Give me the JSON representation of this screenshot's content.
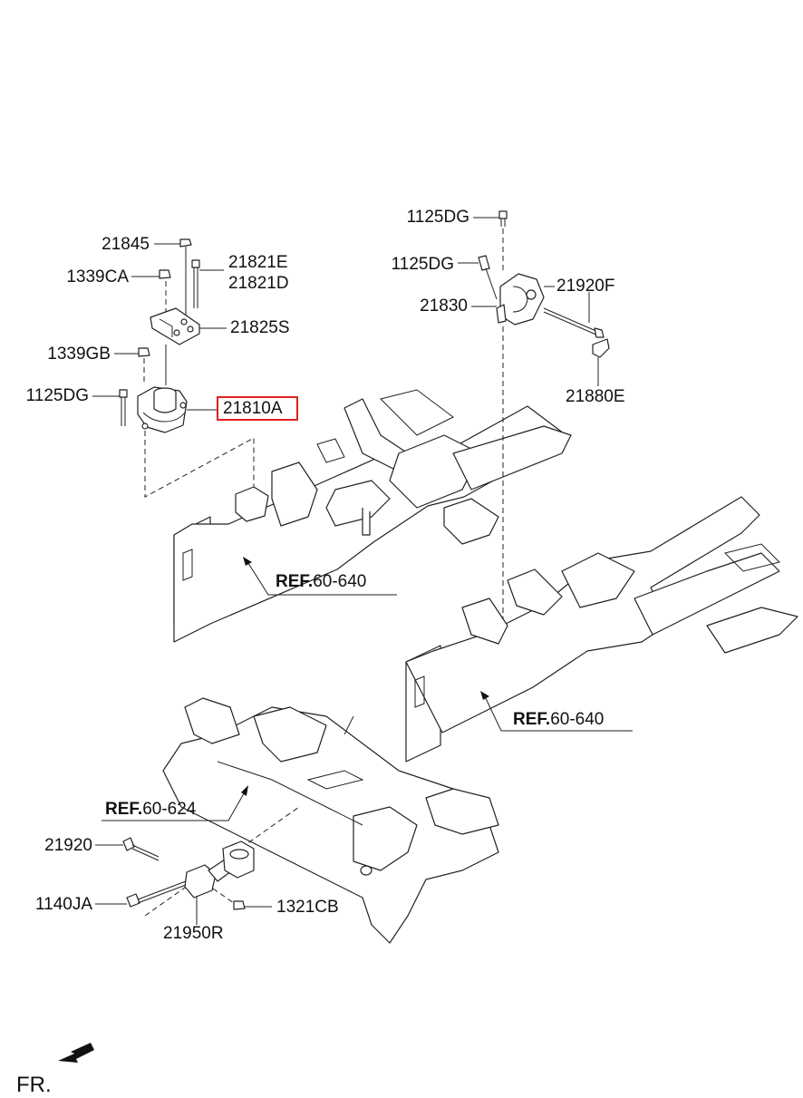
{
  "labels": {
    "p21845": "21845",
    "p1339CA": "1339CA",
    "p21821E": "21821E",
    "p21821D": "21821D",
    "p21825S": "21825S",
    "p1339GB": "1339GB",
    "p1125DG_left": "1125DG",
    "p21810A": "21810A",
    "p1125DG_top1": "1125DG",
    "p1125DG_top2": "1125DG",
    "p21920F": "21920F",
    "p21830": "21830",
    "p21880E": "21880E",
    "p21920": "21920",
    "p1140JA": "1140JA",
    "p1321CB": "1321CB",
    "p21950R": "21950R"
  },
  "refs": {
    "ref1": {
      "prefix": "REF.",
      "code": "60-640"
    },
    "ref2": {
      "prefix": "REF.",
      "code": "60-640"
    },
    "ref3": {
      "prefix": "REF.",
      "code": "60-624"
    }
  },
  "direction": "FR.",
  "highlight_color": "#e02020"
}
